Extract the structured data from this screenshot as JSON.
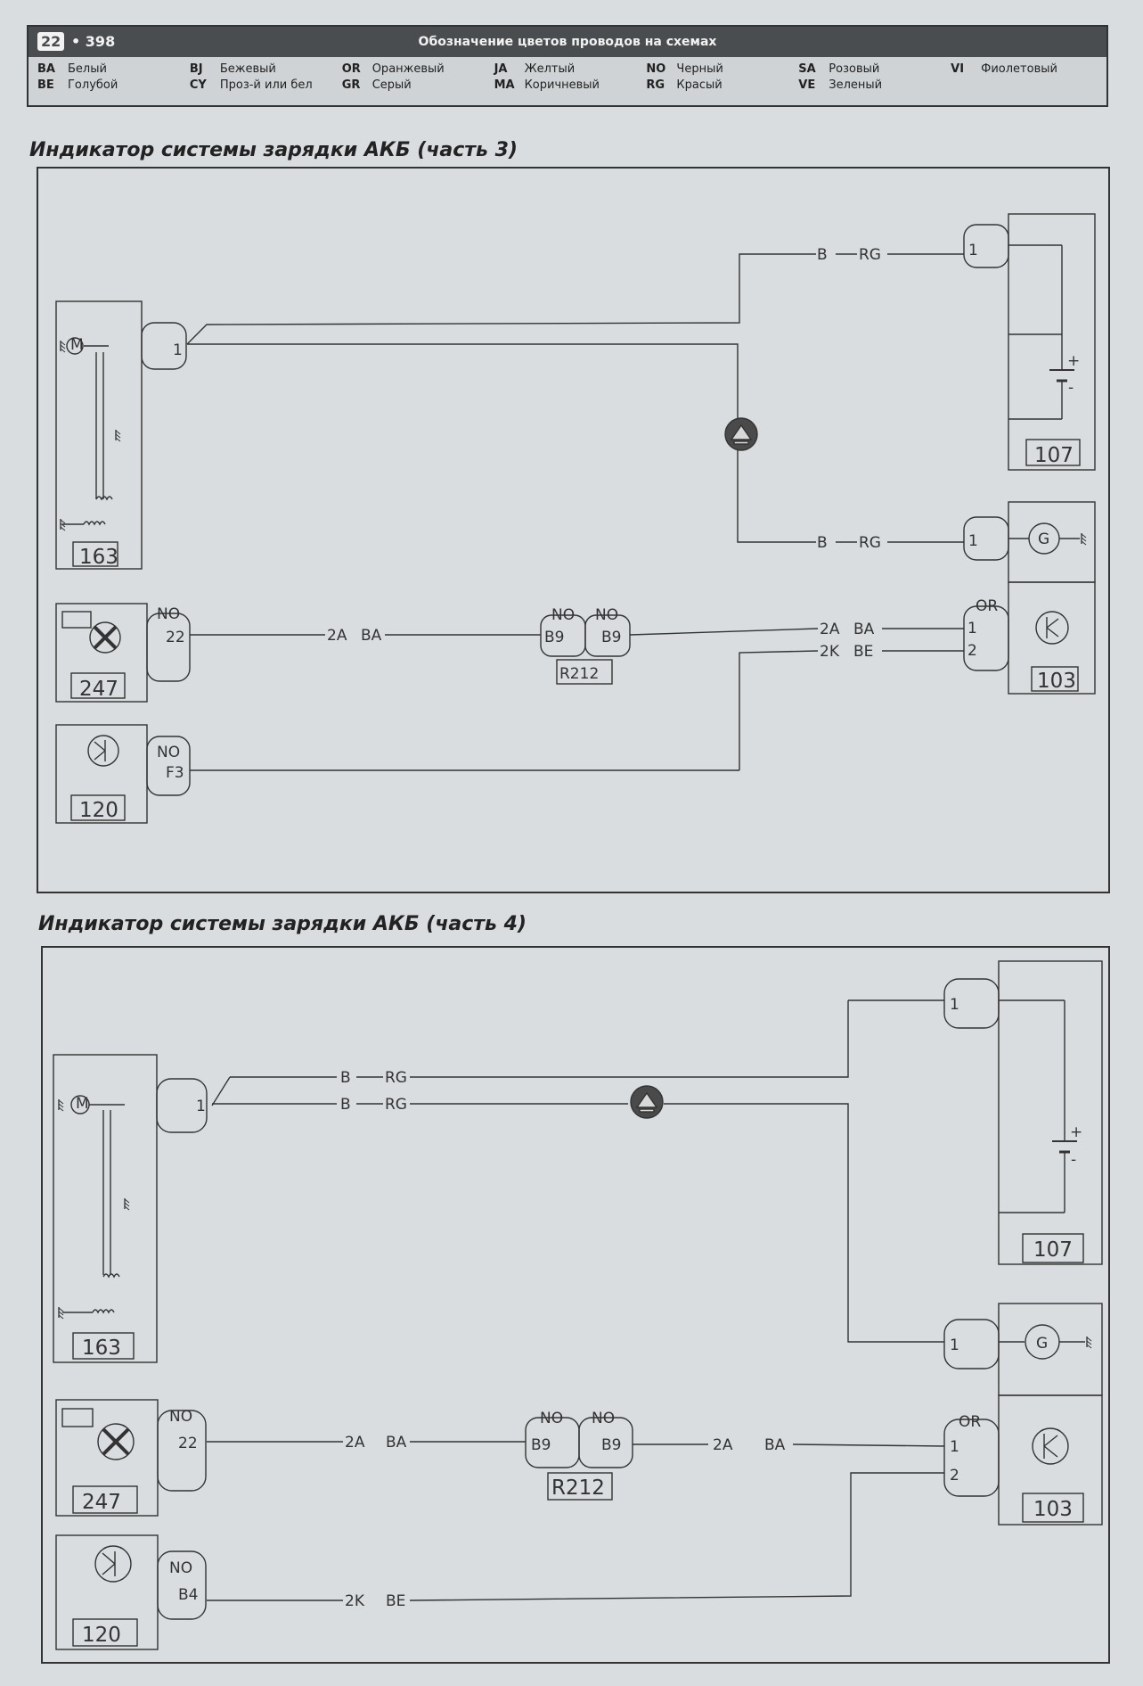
{
  "header": {
    "chapter": "22",
    "page_number": "• 398",
    "title": "Обозначение цветов проводов на схемах",
    "legend": [
      [
        {
          "code": "BA",
          "name": "Белый"
        },
        {
          "code": "BE",
          "name": "Голубой"
        }
      ],
      [
        {
          "code": "BJ",
          "name": "Бежевый"
        },
        {
          "code": "CY",
          "name": "Проз-й или бел"
        }
      ],
      [
        {
          "code": "OR",
          "name": "Оранжевый"
        },
        {
          "code": "GR",
          "name": "Серый"
        }
      ],
      [
        {
          "code": "JA",
          "name": "Желтый"
        },
        {
          "code": "MA",
          "name": "Коричневый"
        }
      ],
      [
        {
          "code": "NO",
          "name": "Черный"
        },
        {
          "code": "RG",
          "name": "Красый"
        }
      ],
      [
        {
          "code": "SA",
          "name": "Розовый"
        },
        {
          "code": "VE",
          "name": "Зеленый"
        }
      ],
      [
        {
          "code": "VI",
          "name": "Фиолетовый"
        }
      ]
    ]
  },
  "diagram3": {
    "title": "Индикатор системы зарядки АКБ (часть 3)",
    "boxes": {
      "starter": "163",
      "lamp": "247",
      "ecu": "120",
      "battery": "107",
      "connector": "R212",
      "regulator": "103"
    },
    "pins": {
      "starter_pin": "1",
      "battery_pin": "1",
      "alt_pin": "1",
      "lamp_color": "NO",
      "lamp_pin": "22",
      "ecu_color": "NO",
      "ecu_pin": "F3",
      "conn_left_color": "NO",
      "conn_left_pin": "B9",
      "conn_right_color": "NO",
      "conn_right_pin": "B9",
      "reg_color": "OR",
      "reg_pin1": "1",
      "reg_pin2": "2"
    },
    "wires": {
      "battery_code": "B",
      "battery_color": "RG",
      "alt_code": "B",
      "alt_color": "RG",
      "lamp_code": "2A",
      "lamp_color": "BA",
      "reg_code": "2A",
      "reg_color": "BA",
      "ecu_code": "2K",
      "ecu_color": "BE"
    }
  },
  "diagram4": {
    "title": "Индикатор системы зарядки АКБ (часть 4)",
    "boxes": {
      "starter": "163",
      "lamp": "247",
      "ecu": "120",
      "battery": "107",
      "connector": "R212",
      "regulator": "103"
    },
    "pins": {
      "starter_pin": "1",
      "battery_pin": "1",
      "alt_pin": "1",
      "lamp_color": "NO",
      "lamp_pin": "22",
      "ecu_color": "NO",
      "ecu_pin": "B4",
      "conn_left_color": "NO",
      "conn_left_pin": "B9",
      "conn_right_color": "NO",
      "conn_right_pin": "B9",
      "reg_color": "OR",
      "reg_pin1": "1",
      "reg_pin2": "2"
    },
    "wires": {
      "top_code": "B",
      "top_color": "RG",
      "bottom_code": "B",
      "bottom_color": "RG",
      "lamp_code": "2A",
      "lamp_color": "BA",
      "reg_code": "2A",
      "reg_color": "BA",
      "ecu_code": "2K",
      "ecu_color": "BE"
    }
  },
  "symbols": {
    "motor": "M",
    "alternator": "G",
    "battery_plus": "+",
    "battery_minus": "-"
  }
}
